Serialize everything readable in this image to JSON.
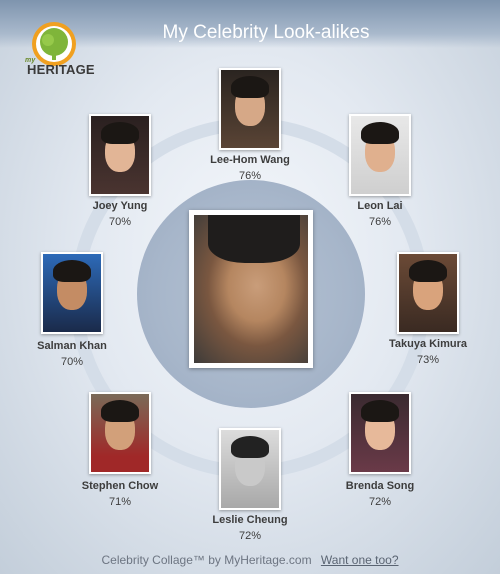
{
  "header": {
    "title": "My Celebrity Look-alikes",
    "logo_small": "my",
    "logo_text": "HERITAGE"
  },
  "celebrities": [
    {
      "name": "Lee-Hom Wang",
      "percent": "76%"
    },
    {
      "name": "Leon Lai",
      "percent": "76%"
    },
    {
      "name": "Takuya Kimura",
      "percent": "73%"
    },
    {
      "name": "Brenda Song",
      "percent": "72%"
    },
    {
      "name": "Leslie Cheung",
      "percent": "72%"
    },
    {
      "name": "Stephen Chow",
      "percent": "71%"
    },
    {
      "name": "Salman Khan",
      "percent": "70%"
    },
    {
      "name": "Joey Yung",
      "percent": "70%"
    }
  ],
  "footer": {
    "credit": "Celebrity Collage™ by MyHeritage.com",
    "link": "Want one too?"
  },
  "colors": {
    "header": "#8da1ba",
    "ring": "#d4dde8",
    "inner_disc": "#a7b6ca",
    "logo_green": "#7fb53a",
    "logo_orange": "#f0a020"
  }
}
